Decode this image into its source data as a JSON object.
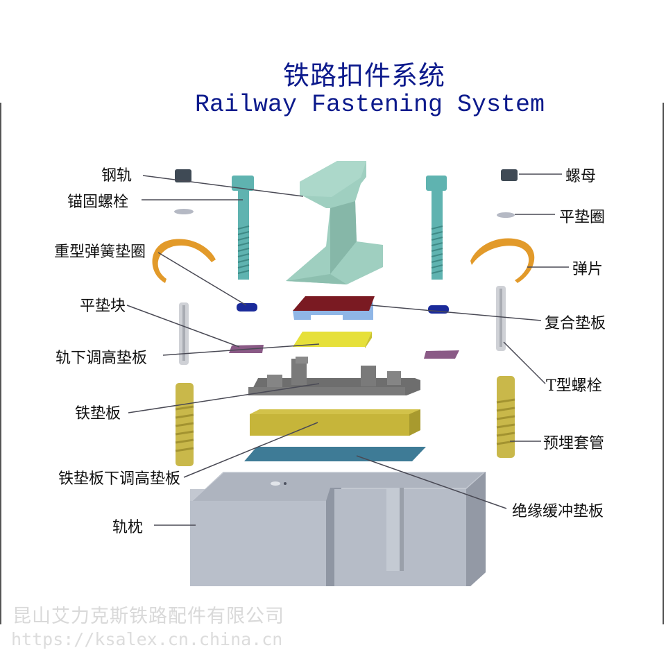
{
  "title": {
    "chinese": "铁路扣件系统",
    "english": "Railway Fastening System"
  },
  "labels_left": [
    {
      "id": "rail",
      "text": "钢轨"
    },
    {
      "id": "anchor-bolt",
      "text": "锚固螺栓"
    },
    {
      "id": "heavy-spring-washer",
      "text": "重型弹簧垫圈"
    },
    {
      "id": "flat-shim-block",
      "text": "平垫块"
    },
    {
      "id": "under-rail-height-pad",
      "text": "轨下调高垫板"
    },
    {
      "id": "iron-base-plate",
      "text": "铁垫板"
    },
    {
      "id": "under-baseplate-height-pad",
      "text": "铁垫板下调高垫板"
    },
    {
      "id": "sleeper",
      "text": "轨枕"
    }
  ],
  "labels_right": [
    {
      "id": "nut",
      "text": "螺母"
    },
    {
      "id": "flat-washer",
      "text": "平垫圈"
    },
    {
      "id": "elastic-clip",
      "text": "弹片"
    },
    {
      "id": "composite-pad",
      "text": "复合垫板"
    },
    {
      "id": "t-bolt",
      "text": "T型螺栓"
    },
    {
      "id": "embedded-sleeve",
      "text": "预埋套管"
    },
    {
      "id": "insulating-buffer-pad",
      "text": "绝缘缓冲垫板"
    }
  ],
  "watermark": {
    "company": "昆山艾力克斯铁路配件有限公司",
    "url": "https://ksalex.cn.china.cn"
  },
  "colors": {
    "title": "#0c1a8c",
    "rail": "#9fcfc0",
    "bolt": "#5fb3b0",
    "clip": "#e29a2a",
    "composite_top": "#7a1a22",
    "composite_bottom": "#8fb6e6",
    "yellow_pad": "#e6e03a",
    "shim": "#8a5a86",
    "baseplate": "#6e6e6e",
    "lower_pad": "#c6b53a",
    "insulating_pad": "#3e7b96",
    "sleeper": "#b8bec9",
    "sleeve": "#c9b84a",
    "washer_blue": "#1a2a9a"
  }
}
